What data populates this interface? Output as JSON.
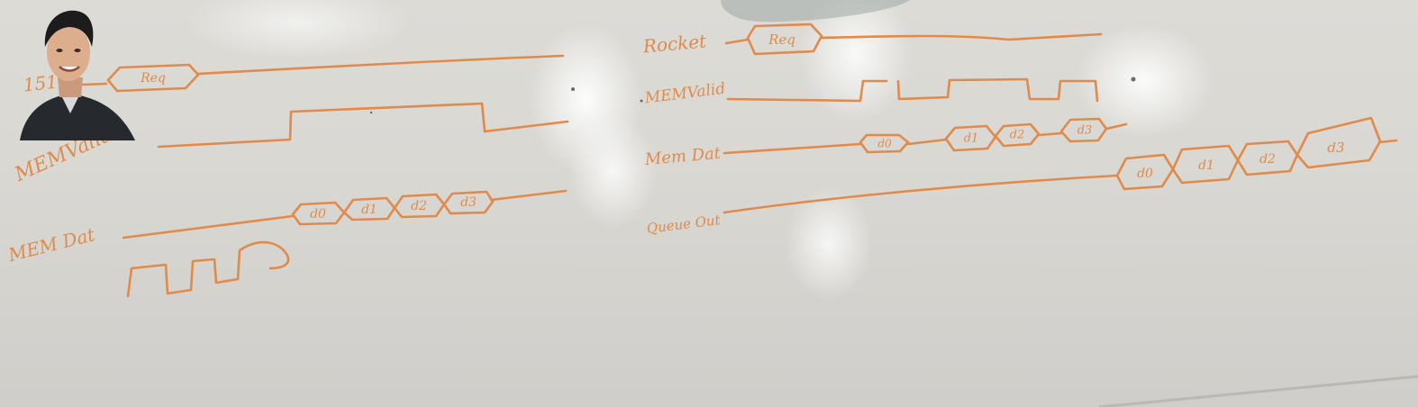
{
  "colors": {
    "ink": "#e08a4c",
    "board": "#dbdad5"
  },
  "left_diagram": {
    "labels": {
      "row1": "151",
      "row2": "MEMValid",
      "row3": "MEM Dat"
    },
    "req_cell": "Req",
    "data_cells": [
      "d0",
      "d1",
      "d2",
      "d3"
    ]
  },
  "right_diagram": {
    "labels": {
      "row1": "Rocket",
      "row2": "MEMValid",
      "row3": "Mem Dat",
      "row4": "Queue Out"
    },
    "req_cell": "Req",
    "mem_cells": [
      "d0",
      "d1",
      "d2",
      "d3"
    ],
    "queue_cells": [
      "d0",
      "d1",
      "d2",
      "d3"
    ]
  },
  "icons": [
    "webcam-presenter-icon"
  ]
}
